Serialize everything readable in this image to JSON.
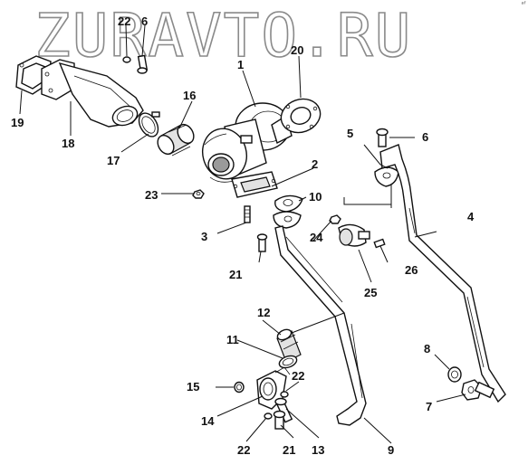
{
  "watermark": {
    "text": "ZURAVTO.RU"
  },
  "corner_mark": "ᵃᶠ",
  "callouts": {
    "c1": "1",
    "c2": "2",
    "c3": "3",
    "c4": "4",
    "c5": "5",
    "c6a": "6",
    "c6b": "6",
    "c7": "7",
    "c8": "8",
    "c9": "9",
    "c10": "10",
    "c11": "11",
    "c12": "12",
    "c13": "13",
    "c14": "14",
    "c15": "15",
    "c16": "16",
    "c17": "17",
    "c18": "18",
    "c19": "19",
    "c20": "20",
    "c21a": "21",
    "c21b": "21",
    "c22a": "22",
    "c22b": "22",
    "c22c": "22",
    "c23": "23",
    "c24": "24",
    "c25": "25",
    "c26": "26"
  }
}
